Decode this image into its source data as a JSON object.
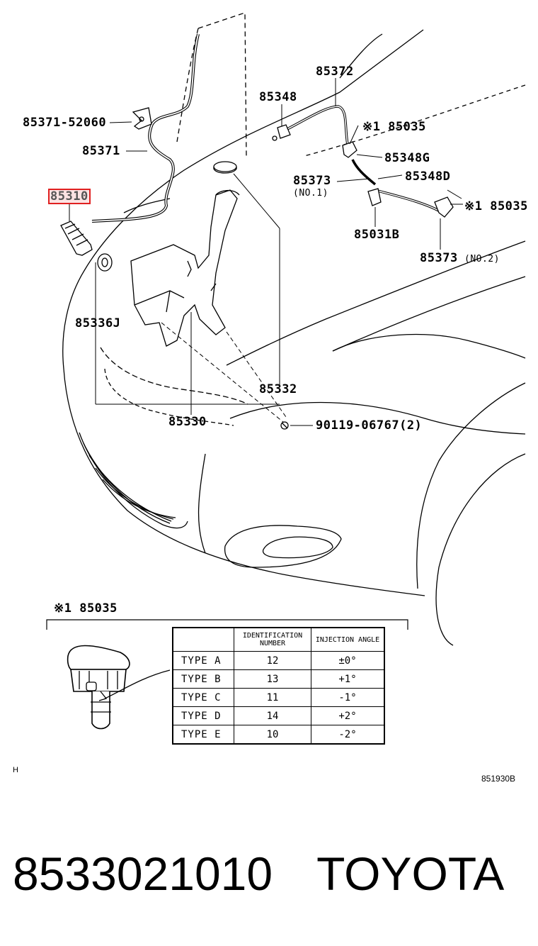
{
  "labels": {
    "p85371_52060": "85371-52060",
    "p85371": "85371",
    "p85310": "85310",
    "p85348": "85348",
    "p85372": "85372",
    "p85035_a": "※1 85035",
    "p85348g": "85348G",
    "p85373": "85373",
    "p85373_no1": "(NO.1)",
    "p85348d": "85348D",
    "p85035_b": "※1 85035",
    "p85031b": "85031B",
    "p85373_no2_num": "85373",
    "p85373_no2": "(NO.2)",
    "p85336j": "85336J",
    "p85332": "85332",
    "p85330": "85330",
    "p90119": "90119-06767(2)"
  },
  "table": {
    "title": "※1 85035",
    "headers": [
      "",
      "IDENTIFICATION NUMBER",
      "INJECTION ANGLE"
    ],
    "rows": [
      [
        "TYPE A",
        "12",
        "±0°"
      ],
      [
        "TYPE B",
        "13",
        "+1°"
      ],
      [
        "TYPE C",
        "11",
        "-1°"
      ],
      [
        "TYPE D",
        "14",
        "+2°"
      ],
      [
        "TYPE E",
        "10",
        "-2°"
      ]
    ]
  },
  "footer": {
    "mark": "H",
    "figure_id": "851930B"
  },
  "bottom": {
    "part_number": "8533021010",
    "brand": "TOYOTA"
  }
}
